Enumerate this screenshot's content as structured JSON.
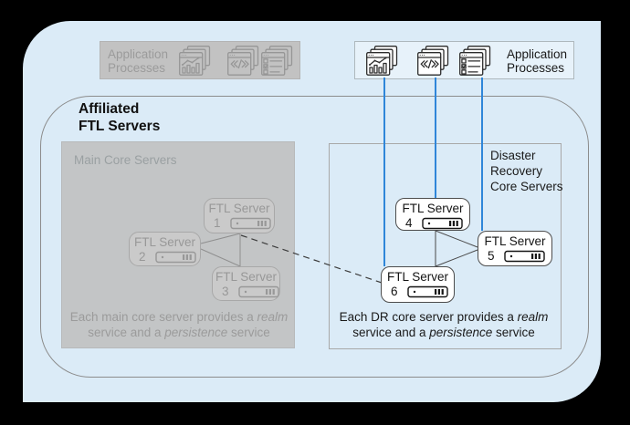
{
  "colors": {
    "accent_blue": "#2F86D9",
    "canvas_blue": "#DBEBF7",
    "inactive_gray": "#C2C2C2",
    "inactive_text": "#9B9B9B",
    "background": "#000000"
  },
  "app_processes_left": {
    "label": "Application Processes",
    "state": "inactive",
    "icons": [
      "analytics-app-icon",
      "code-app-icon",
      "checklist-app-icon"
    ]
  },
  "app_processes_right": {
    "label": "Application Processes",
    "state": "active",
    "icons": [
      "analytics-app-icon",
      "code-app-icon",
      "checklist-app-icon"
    ]
  },
  "affiliated": {
    "title_line1": "Affiliated",
    "title_line2": "FTL Servers"
  },
  "main_core": {
    "title": "Main Core Servers",
    "state": "inactive",
    "servers": [
      {
        "name": "FTL Server",
        "number": "1"
      },
      {
        "name": "FTL Server",
        "number": "2"
      },
      {
        "name": "FTL Server",
        "number": "3"
      }
    ],
    "caption": {
      "line1_text": "Each main core server provides a ",
      "line1_italic": "realm",
      "line2_text": "service and a ",
      "line2_italic": "persistence",
      "line2_suffix": " service"
    }
  },
  "dr_core": {
    "title": "Disaster Recovery Core Servers",
    "state": "active",
    "servers": [
      {
        "name": "FTL Server",
        "number": "4"
      },
      {
        "name": "FTL Server",
        "number": "5"
      },
      {
        "name": "FTL Server",
        "number": "6"
      }
    ],
    "caption": {
      "line1_text": "Each DR core server provides a ",
      "line1_italic": "realm",
      "line2_text": "service and a ",
      "line2_italic": "persistence",
      "line2_suffix": " service"
    }
  }
}
